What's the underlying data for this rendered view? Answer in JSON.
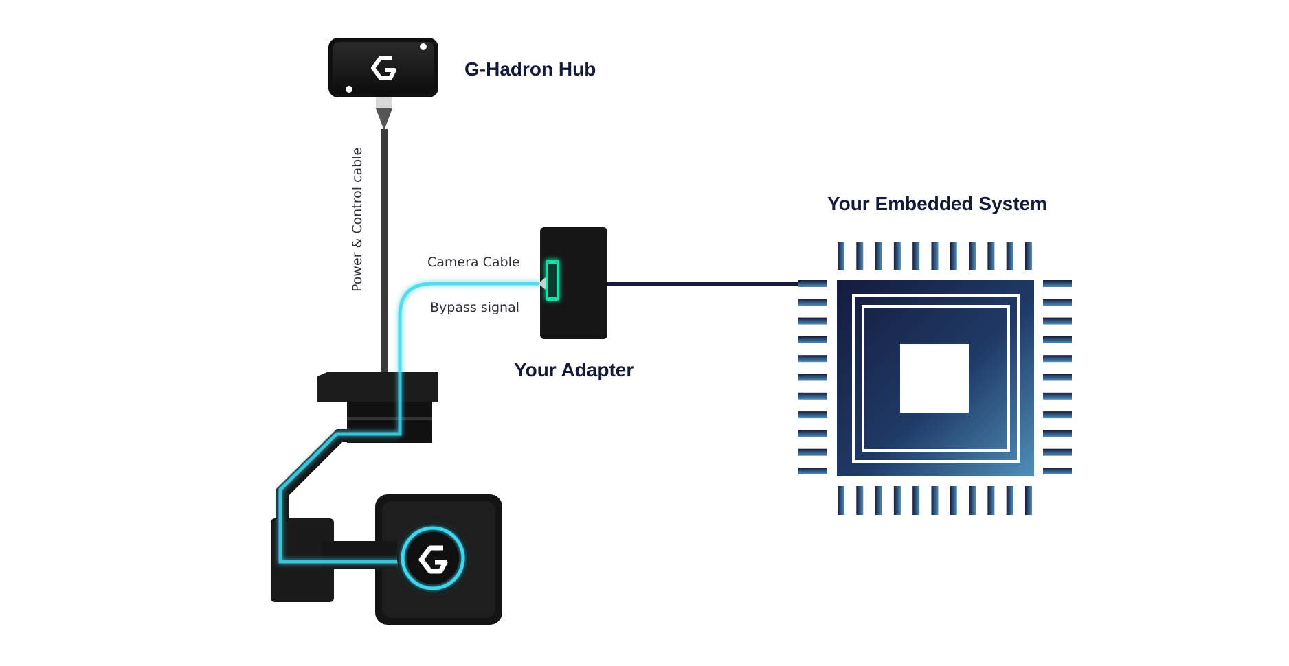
{
  "labels": {
    "hub": "G-Hadron Hub",
    "power_cable": "Power & Control cable",
    "camera_cable": "Camera Cable",
    "bypass": "Bypass signal",
    "adapter": "Your Adapter",
    "embedded": "Your Embedded System"
  },
  "colors": {
    "text_dark": "#141a3a",
    "glow_cyan": "#3fd6ee",
    "adapter_green": "#19e0a8",
    "chip_dark": "#151b3d",
    "chip_light": "#4f8fb8",
    "device_black": "#151515"
  },
  "icons": {
    "hub_logo": "g-logo-icon",
    "camera_logo": "g-logo-icon"
  }
}
